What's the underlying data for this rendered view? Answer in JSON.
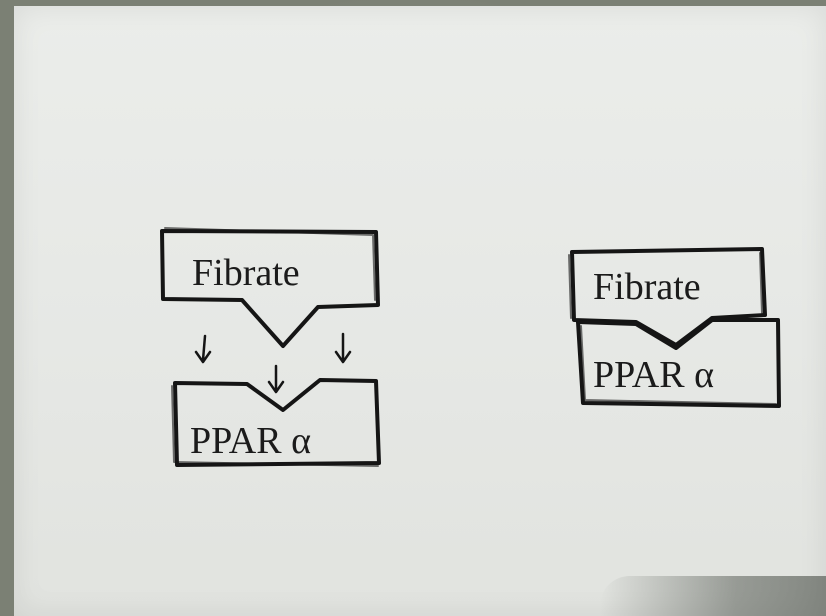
{
  "left_group": {
    "ligand_label": "Fibrate",
    "receptor_label": "PPAR  α"
  },
  "right_group": {
    "ligand_label": "Fibrate",
    "receptor_label": "PPAR  α"
  }
}
